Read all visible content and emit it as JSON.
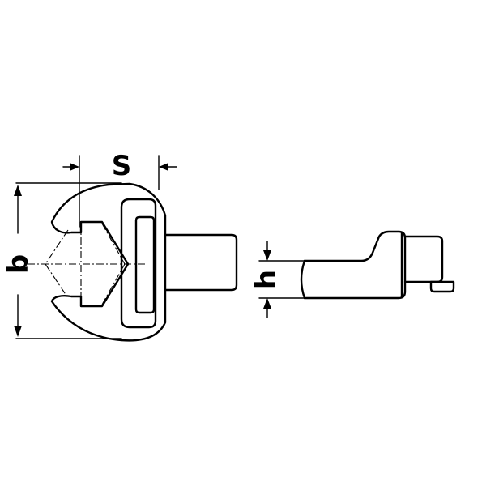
{
  "dimensions": {
    "width_across_flats": "S",
    "head_width": "b",
    "head_height": "h"
  },
  "colors": {
    "line": "#000000",
    "background": "#ffffff"
  }
}
